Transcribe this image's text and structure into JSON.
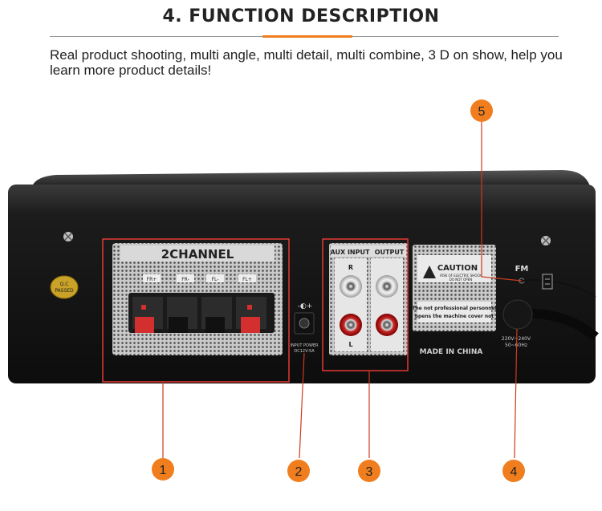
{
  "heading": "4. FUNCTION DESCRIPTION",
  "intro": "Real product shooting, multi angle, multi detail, multi combine, 3 D on show, help you learn more product details!",
  "colors": {
    "accent": "#f07e1e",
    "highlight_box": "#e53935",
    "callout_line": "#cc3b1d"
  },
  "product": {
    "qc_badge": {
      "line1": "Q.C",
      "line2": "PASSED"
    },
    "speaker_panel": {
      "title": "2CHANNEL",
      "terminal_labels": [
        "FR+",
        "FR-",
        "FL-",
        "FL+"
      ]
    },
    "power": {
      "polarity": "-◐+",
      "label_line1": "INPUT POWER",
      "label_line2": "DC12V-5A"
    },
    "rca_panel": {
      "aux_label": "AUX INPUT",
      "output_label": "OUTPUT",
      "right": "R",
      "left": "L"
    },
    "warning": {
      "caution": "CAUTION",
      "small1": "RISK OF ELECTRIC SHOCK",
      "small2": "DO NOT OPEN",
      "line1": "The not professional personnel",
      "line2": "opens the machine cover not"
    },
    "made_in": "MADE IN CHINA",
    "fm": "FM",
    "voltage1": "220V~240V",
    "voltage2": "50~60Hz"
  },
  "callouts": [
    "1",
    "2",
    "3",
    "4",
    "5"
  ]
}
